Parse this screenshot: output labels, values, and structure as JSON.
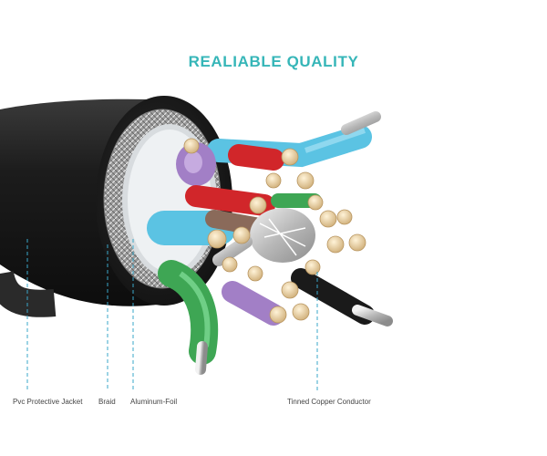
{
  "headline": "REALIABLE QUALITY",
  "colors": {
    "headline": "#36b6b8",
    "leader_line": "#3aa7c9",
    "jacket": "#1b1b1b",
    "braid": "#a9a9a9",
    "foil": "#cfd3d6",
    "pair_blue": "#5bc3e3",
    "pair_red": "#d1262a",
    "pair_purple": "#a27fc6",
    "pair_green": "#3ea654",
    "pair_brown": "#8a6a5a",
    "pair_black": "#1a1a1a",
    "copper": "#e9d2a8"
  },
  "labels": {
    "jacket": "Pvc Protective Jacket",
    "braid": "Braid",
    "foil": "Aluminum-Foil",
    "conductor": "Tinned Copper Conductor"
  }
}
